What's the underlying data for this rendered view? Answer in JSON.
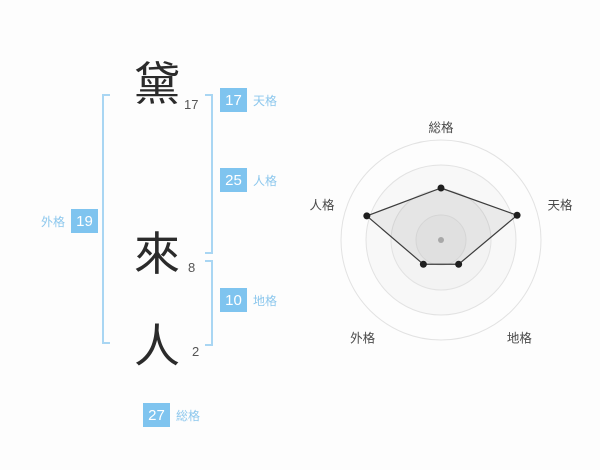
{
  "name_analysis": {
    "characters": [
      {
        "char": "黛",
        "strokes": "17"
      },
      {
        "char": "來",
        "strokes": "8"
      },
      {
        "char": "人",
        "strokes": "2"
      }
    ],
    "badges": {
      "tenkaku": {
        "value": "17",
        "label": "天格"
      },
      "jinkaku": {
        "value": "25",
        "label": "人格"
      },
      "chikaku": {
        "value": "10",
        "label": "地格"
      },
      "gaikaku": {
        "value": "19",
        "label": "外格"
      },
      "soukaku": {
        "value": "27",
        "label": "総格"
      }
    },
    "colors": {
      "badge": "#7fc4ef",
      "label": "#8cc7ed",
      "bracket": "#a9d6f3"
    }
  },
  "chart_data": {
    "type": "radar",
    "title": "",
    "categories": [
      "総格",
      "天格",
      "地格",
      "外格",
      "人格"
    ],
    "values": [
      52,
      80,
      30,
      30,
      78
    ],
    "max": 100,
    "rings": 4,
    "start": "top",
    "direction": "clockwise",
    "grid": "circles",
    "legend": false,
    "ring_stroke": "#e2e2e2",
    "ring_fills": [
      "#fdfdfd",
      "#f8f8f8",
      "#f3f3f3",
      "#eeeeee"
    ],
    "polygon_fill": "rgba(0,0,0,0.055)",
    "polygon_stroke": "#3c3c3c",
    "point_color": "#1f1f1f",
    "center_dot_color": "#a8a8a8",
    "label_color": "#4a4a4a"
  }
}
